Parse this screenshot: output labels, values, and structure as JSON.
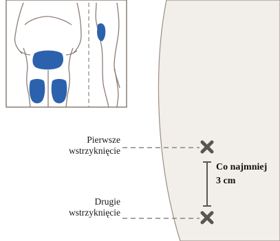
{
  "colors": {
    "skin": "#f2efea",
    "outline": "#8c7d74",
    "injection_area": "#2c62ad",
    "marker": "#5a5550",
    "dashed": "#8a8580"
  },
  "icons": {
    "first_site": "x-mark-icon",
    "second_site": "x-mark-icon"
  },
  "labels": {
    "first_injection": [
      "Pierwsze",
      "wstrzyknięcie"
    ],
    "second_injection": [
      "Drugie",
      "wstrzyknięcie"
    ],
    "distance": [
      "Co najmniej",
      "3 cm"
    ]
  }
}
